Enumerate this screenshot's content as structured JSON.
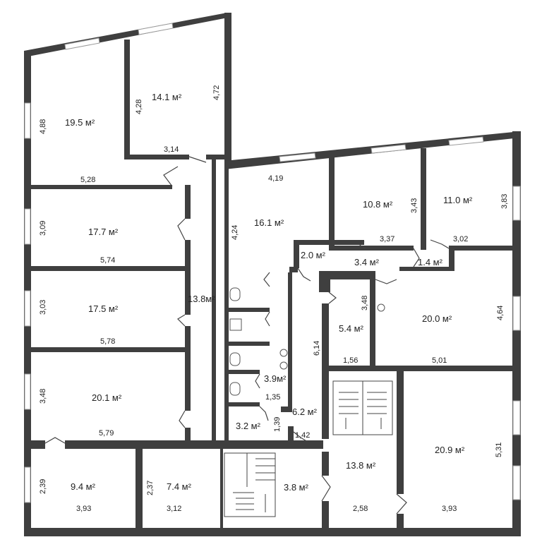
{
  "rooms": [
    {
      "id": "r1",
      "area": "19.5 м²",
      "dims": [
        "4,88",
        "5,28"
      ]
    },
    {
      "id": "r2",
      "area": "14.1 м²",
      "dims": [
        "4,28",
        "4,72",
        "3,14"
      ]
    },
    {
      "id": "r3",
      "area": "17.7 м²",
      "dims": [
        "3,09",
        "5,74"
      ]
    },
    {
      "id": "r4",
      "area": "17.5 м²",
      "dims": [
        "3,03",
        "5,78"
      ]
    },
    {
      "id": "r5",
      "area": "20.1 м²",
      "dims": [
        "3,48",
        "5,79"
      ]
    },
    {
      "id": "r6",
      "area": "9.4 м²",
      "dims": [
        "2,39",
        "3,93"
      ]
    },
    {
      "id": "r7",
      "area": "7.4 м²",
      "dims": [
        "2,37",
        "3,12"
      ]
    },
    {
      "id": "r8",
      "area": "13.8м²",
      "dims": []
    },
    {
      "id": "r9",
      "area": "16.1 м²",
      "dims": [
        "4,19",
        "4,24"
      ]
    },
    {
      "id": "r10",
      "area": "10.8 м²",
      "dims": [
        "3,43",
        "3,37"
      ]
    },
    {
      "id": "r11",
      "area": "11.0 м²",
      "dims": [
        "3,83",
        "3,02"
      ]
    },
    {
      "id": "r12",
      "area": "2.0 м²",
      "dims": []
    },
    {
      "id": "r13",
      "area": "3.4 м²",
      "dims": []
    },
    {
      "id": "r14",
      "area": "1.4 м²",
      "dims": []
    },
    {
      "id": "r15",
      "area": "5.4 м²",
      "dims": [
        "3,48",
        "1,56"
      ]
    },
    {
      "id": "r16",
      "area": "20.0 м²",
      "dims": [
        "4,64",
        "5,01"
      ]
    },
    {
      "id": "r17",
      "area": "3.9м²",
      "dims": [
        "1,35"
      ]
    },
    {
      "id": "r18",
      "area": "6.2 м²",
      "dims": [
        "6,14",
        "1,42"
      ]
    },
    {
      "id": "r19",
      "area": "3.2 м²",
      "dims": [
        "1,39"
      ]
    },
    {
      "id": "r20",
      "area": "3.8 м²",
      "dims": []
    },
    {
      "id": "r21",
      "area": "13.8 м²",
      "dims": [
        "2,58"
      ]
    },
    {
      "id": "r22",
      "area": "20.9 м²",
      "dims": [
        "5,31",
        "3,93"
      ]
    }
  ]
}
